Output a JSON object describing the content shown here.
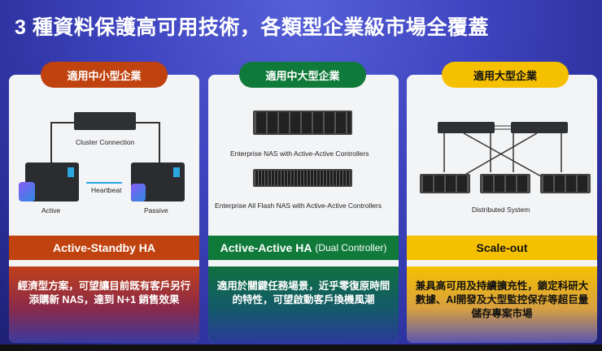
{
  "title": "3 種資料保護高可用技術，各類型企業級市場全覆蓋",
  "panels": [
    {
      "tag": "適用中小型企業",
      "color": "#c0420f",
      "diagram": {
        "cluster": "Cluster Connection",
        "heartbeat": "Heartbeat",
        "active": "Active",
        "passive": "Passive"
      },
      "name": "Active-Standby HA",
      "desc": "經濟型方案，可望讓目前既有客戶另行添購新 NAS，達到 N+1 銷售效果"
    },
    {
      "tag": "適用中大型企業",
      "color": "#0f7a3a",
      "diagram": {
        "nas1": "Enterprise NAS with Active-Active Controllers",
        "nas2": "Enterprise All Flash NAS with Active-Active Controllers"
      },
      "name": "Active-Active HA",
      "name_suffix": "(Dual Controller)",
      "desc": "適用於關鍵任務場景，近乎零復原時間的特性，可望啟動客戶換機風潮"
    },
    {
      "tag": "適用大型企業",
      "color": "#f5c000",
      "diagram": {
        "label": "Distributed System"
      },
      "name": "Scale-out",
      "desc": "兼具高可用及持續擴充性，鎖定科研大數據、AI開發及大型監控保存等超巨量儲存專案市場"
    }
  ]
}
